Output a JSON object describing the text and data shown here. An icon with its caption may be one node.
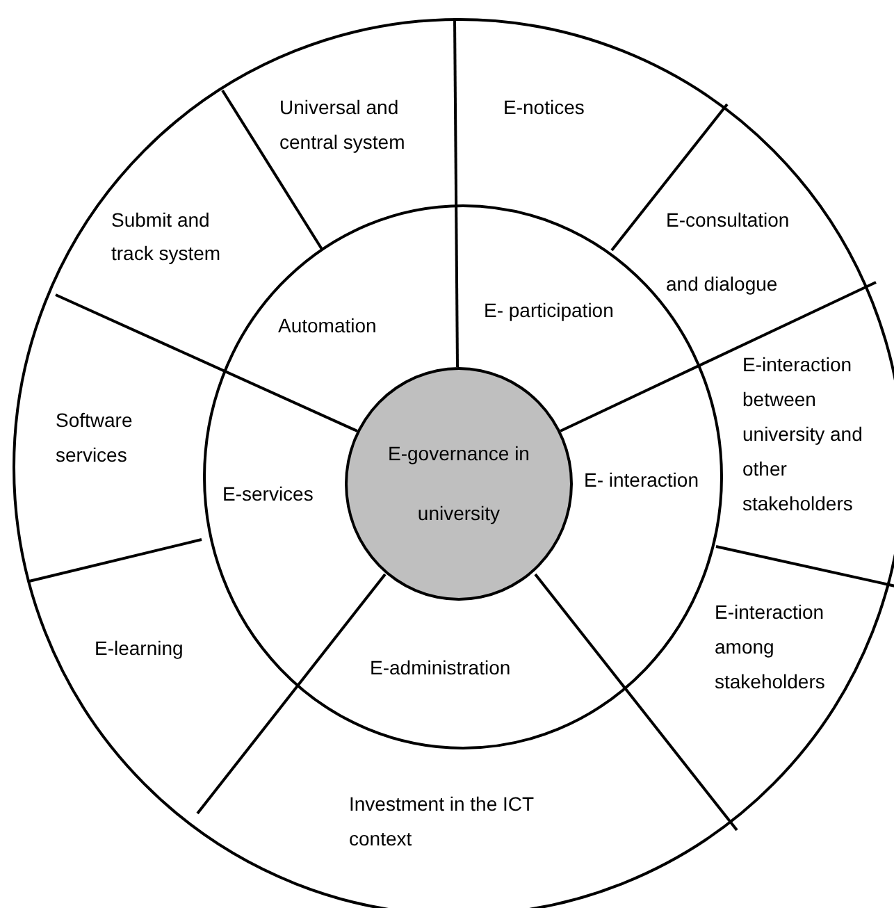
{
  "diagram": {
    "nodes": [
      {
        "text": [
          "E-governance in university"
        ]
      },
      {
        "text": [
          "Automation"
        ]
      },
      {
        "text": [
          "E- participation"
        ]
      },
      {
        "text": [
          "E- interaction"
        ]
      },
      {
        "text": [
          "E-administration"
        ]
      },
      {
        "text": [
          "E-services"
        ]
      },
      {
        "text": [
          "Universal and central system"
        ]
      },
      {
        "text": [
          "E-notices"
        ]
      },
      {
        "text": [
          "E-consultation and dialogue"
        ]
      },
      {
        "text": [
          "E-interaction between university and other stakeholders"
        ]
      },
      {
        "text": [
          "E-interaction among stakeholders"
        ]
      },
      {
        "text": [
          "Investment in the ICT context"
        ]
      },
      {
        "text": [
          "E-learning"
        ]
      },
      {
        "text": [
          "Software services"
        ]
      },
      {
        "text": [
          "Submit and track system"
        ]
      }
    ]
  }
}
